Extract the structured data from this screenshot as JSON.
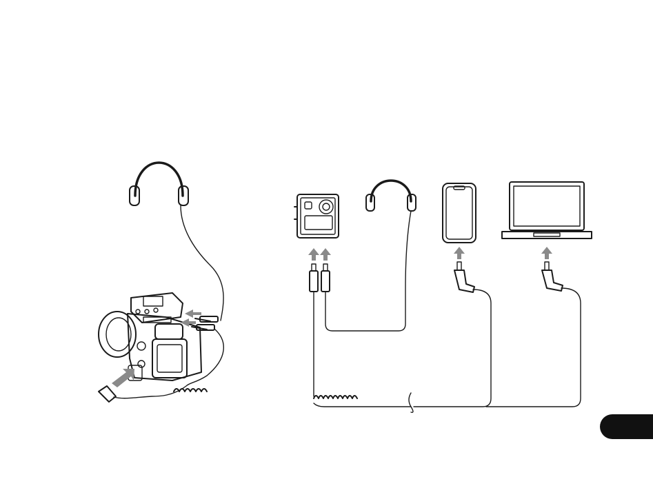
{
  "colors": {
    "line": "#1a1a1a",
    "arrow": "#8a8a8a",
    "tab": "#111111",
    "background": "#ffffff"
  },
  "page_tab": {
    "label": ""
  },
  "devices": [
    {
      "name": "headphones-left",
      "icon": "headphones-icon"
    },
    {
      "name": "receiver-on-camera",
      "icon": "wireless-receiver-icon"
    },
    {
      "name": "dslr-camera",
      "icon": "camera-icon"
    },
    {
      "name": "receiver-standalone",
      "icon": "wireless-receiver-icon"
    },
    {
      "name": "headphones-right",
      "icon": "headphones-icon"
    },
    {
      "name": "smartphone",
      "icon": "smartphone-icon"
    },
    {
      "name": "laptop",
      "icon": "laptop-icon"
    }
  ]
}
